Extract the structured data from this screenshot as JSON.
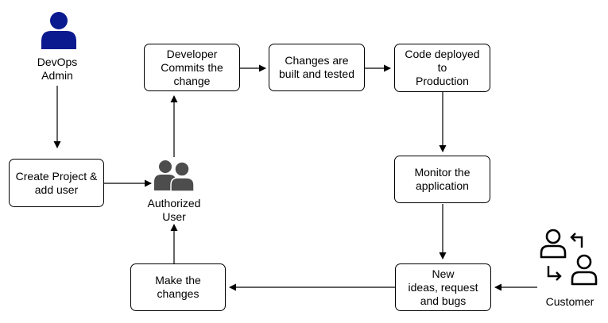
{
  "nodes": {
    "devops_admin": "DevOps\nAdmin",
    "create_project": "Create Project &\nadd user",
    "authorized_user": "Authorized\nUser",
    "developer_commits": "Developer\nCommits the\nchange",
    "changes_built": "Changes are\nbuilt and tested",
    "code_deployed": "Code deployed\nto\nProduction",
    "monitor_app": "Monitor the\napplication",
    "new_ideas": "New\nideas, request\nand bugs",
    "make_changes": "Make the\nchanges",
    "customer": "Customer"
  },
  "icons": {
    "devops_admin": "person-icon",
    "authorized_user": "users-group-icon",
    "customer": "user-switch-icon"
  },
  "colors": {
    "admin_icon": "#0b1a8f",
    "users_icon": "#4d4d4d"
  }
}
